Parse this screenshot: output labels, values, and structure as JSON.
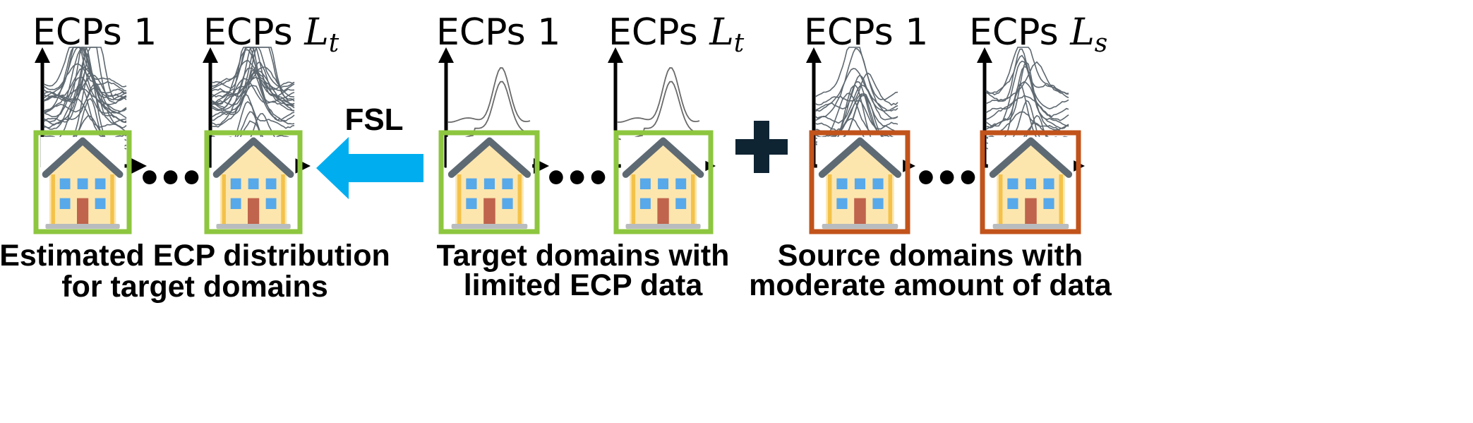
{
  "colors": {
    "target_frame": "#8dc63f",
    "source_frame": "#c1531b",
    "arrow": "#00aeef",
    "plus": "#0e2433",
    "roof": "#5e6a73",
    "wall": "#fde6ae",
    "window": "#57a9ea",
    "door": "#c0644d",
    "pillar": "#f4c24a",
    "base": "#b9bcbe"
  },
  "groups": [
    {
      "id": "estimated",
      "frame": "target",
      "density": "dense",
      "plots": [
        {
          "label_main": "ECPs 1",
          "label_sub": ""
        },
        {
          "label_main": "ECPs ",
          "label_sub": "L",
          "label_index": "t"
        }
      ],
      "caption": [
        "Estimated ECP distribution",
        "for target domains"
      ]
    },
    {
      "id": "target",
      "frame": "target",
      "density": "sparse",
      "plots": [
        {
          "label_main": "ECPs 1",
          "label_sub": ""
        },
        {
          "label_main": "ECPs ",
          "label_sub": "L",
          "label_index": "t"
        }
      ],
      "caption": [
        "Target domains with",
        "limited ECP data"
      ]
    },
    {
      "id": "source",
      "frame": "source",
      "density": "moderate",
      "plots": [
        {
          "label_main": "ECPs 1",
          "label_sub": ""
        },
        {
          "label_main": "ECPs ",
          "label_sub": "L",
          "label_index": "s"
        }
      ],
      "caption": [
        "Source domains with",
        "moderate amount of data"
      ]
    }
  ],
  "arrow_label": "FSL",
  "ellipsis_glyph": "•••",
  "plus_glyph": "+"
}
